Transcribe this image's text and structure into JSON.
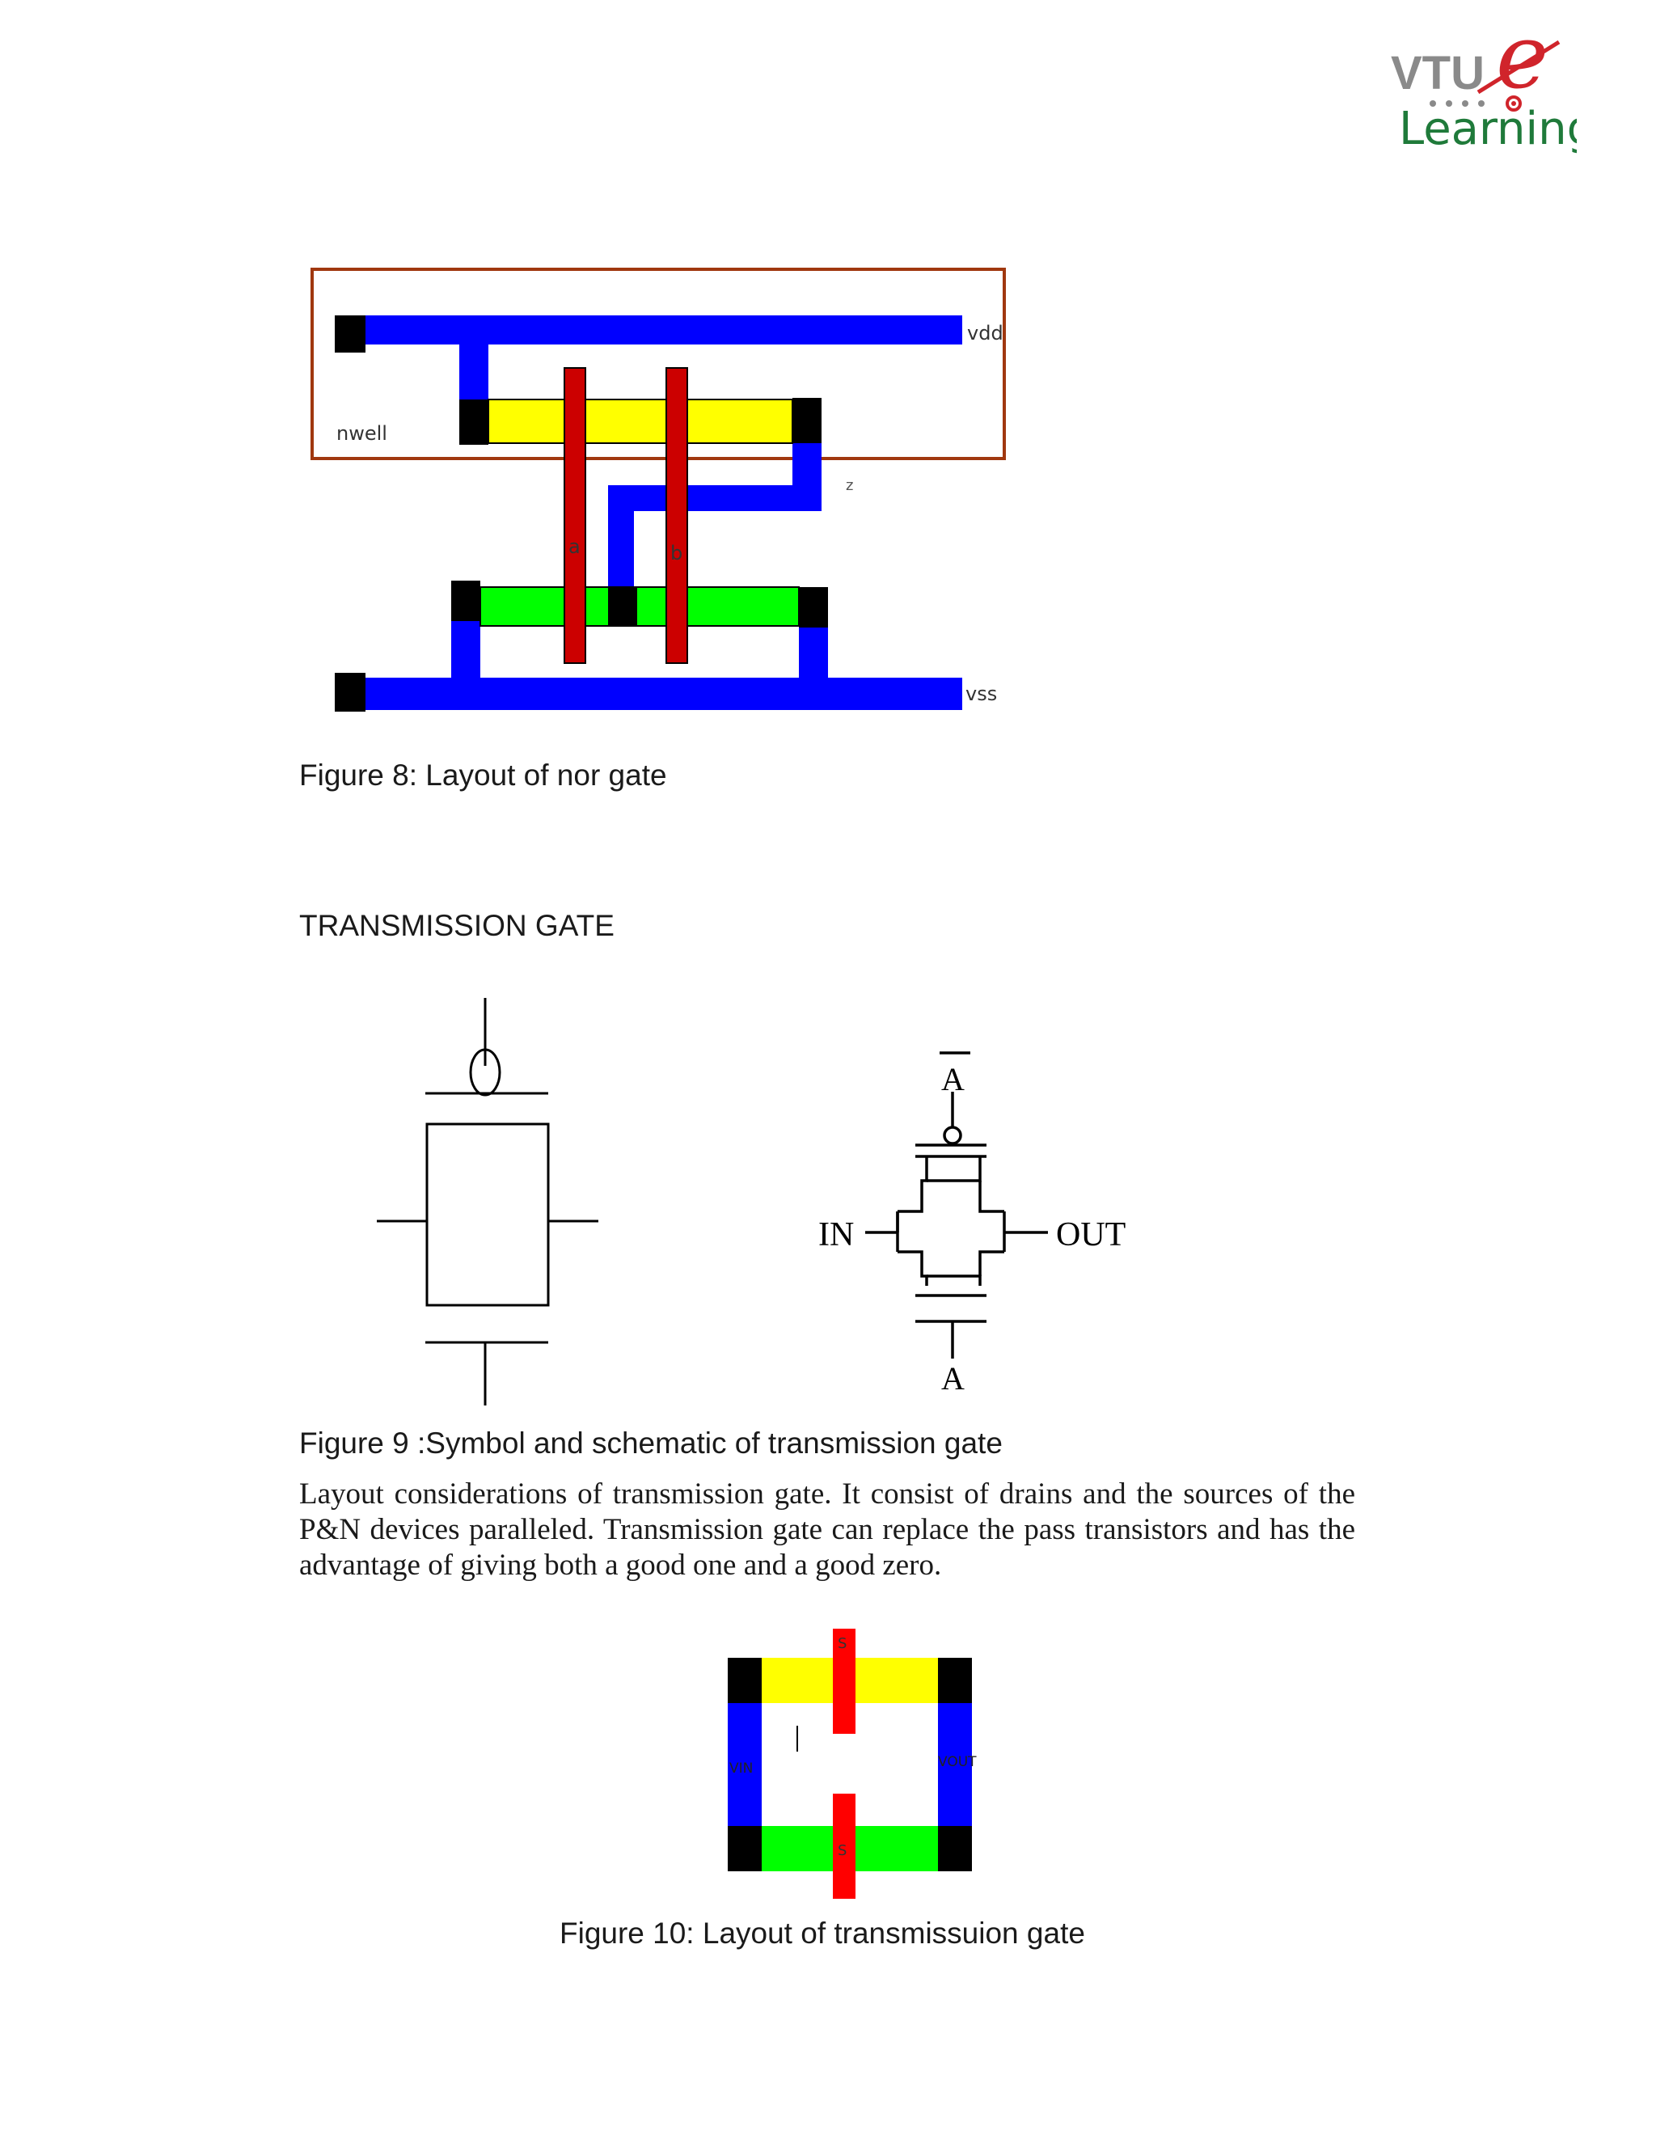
{
  "logo": {
    "brand": "VTU",
    "script_letter": "e",
    "word": "Learning",
    "colors": {
      "gray": "#8a8a8a",
      "green": "#1f7a3a",
      "red": "#d0242b"
    }
  },
  "figure8": {
    "labels": {
      "vdd": "vdd",
      "nwell": "nwell",
      "z": "z",
      "a": "a",
      "b": "b",
      "vss": "vss"
    },
    "caption": "Figure 8: Layout of nor gate"
  },
  "section_heading": "TRANSMISSION GATE",
  "figure9": {
    "schematic": {
      "in_label": "IN",
      "out_label": "OUT",
      "top_label": "A",
      "bottom_label": "A"
    },
    "caption": "Figure 9 :Symbol and schematic of transmission gate"
  },
  "paragraph": "Layout considerations of transmission gate. It consist of drains and the sources of the P&N devices paralleled. Transmission  gate can replace the pass transistors and has the advantage of giving both a good one and a good zero.",
  "figure10": {
    "labels": {
      "top_gate": "S",
      "bottom_gate": "S",
      "vin": "VIN",
      "vout": "VOUT"
    },
    "caption": "Figure 10: Layout of transmissuion gate"
  },
  "colors": {
    "metal": "#0000ff",
    "poly": "#cc0000",
    "pdiff": "#ffff00",
    "ndiff": "#00ff00",
    "contact": "#000000",
    "nwell_border": "#a0380f"
  }
}
